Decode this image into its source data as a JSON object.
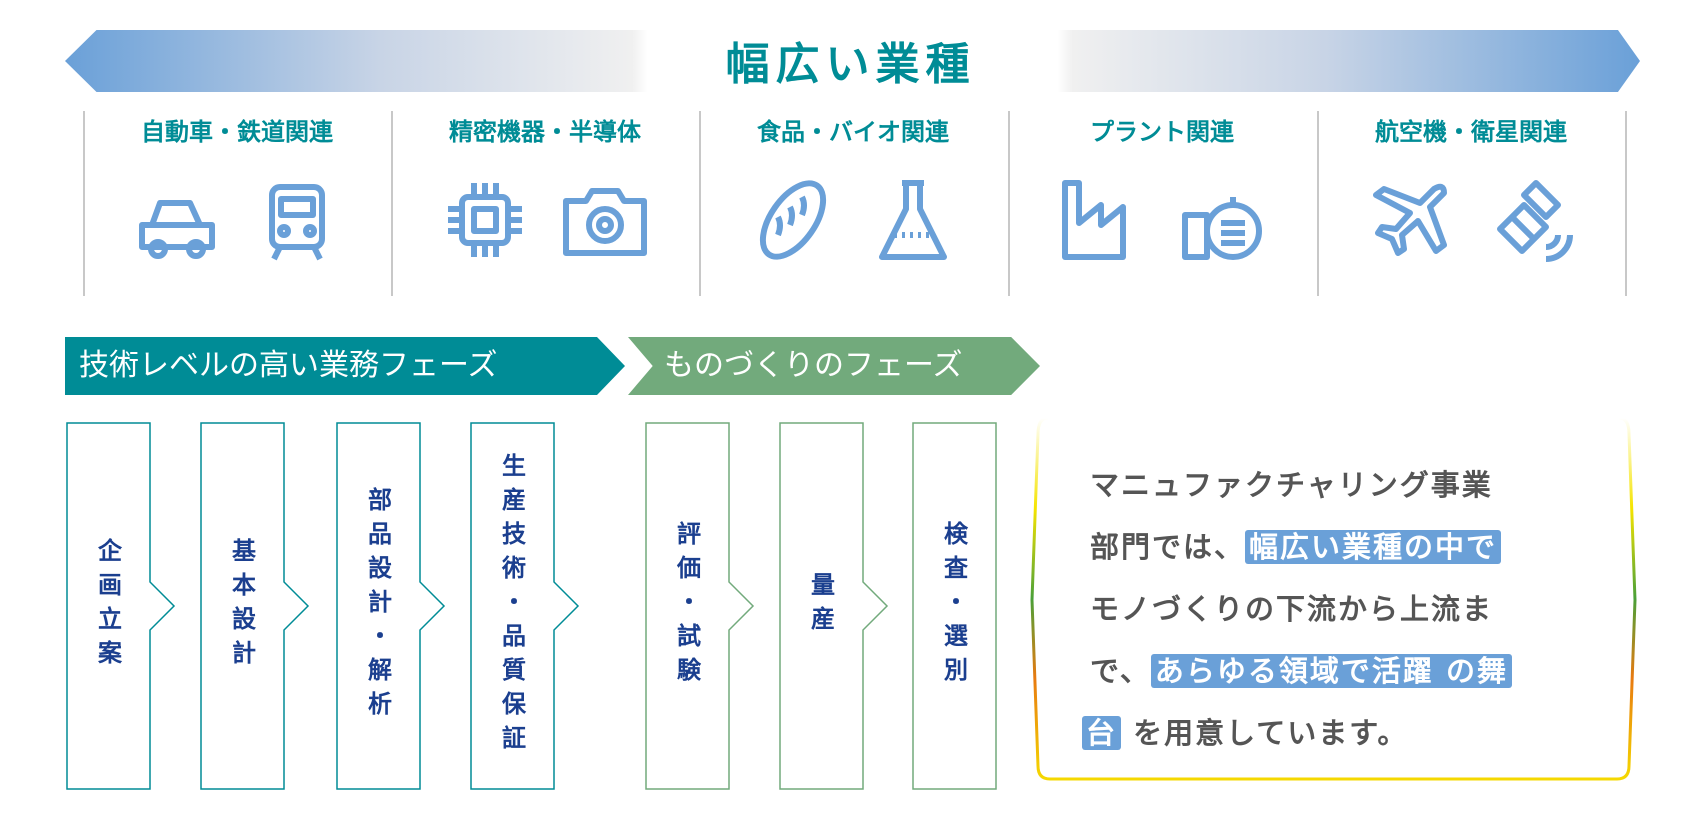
{
  "title": "幅広い業種",
  "categories": [
    {
      "label": "自動車・鉄道関連",
      "icons": [
        "car-icon",
        "train-icon"
      ]
    },
    {
      "label": "精密機器・半導体",
      "icons": [
        "chip-icon",
        "camera-icon"
      ]
    },
    {
      "label": "食品・バイオ関連",
      "icons": [
        "bread-icon",
        "flask-icon"
      ]
    },
    {
      "label": "プラント関連",
      "icons": [
        "factory-icon",
        "tank-icon"
      ]
    },
    {
      "label": "航空機・衛星関連",
      "icons": [
        "airplane-icon",
        "satellite-icon"
      ]
    }
  ],
  "phases": [
    "技術レベルの高い業務フェーズ",
    "ものづくりのフェーズ"
  ],
  "steps": [
    "企画立案",
    "基本設計",
    "部品設計・解析",
    "生産技術・品質保証",
    "評価・試験",
    "量産",
    "検査・選別"
  ],
  "message": {
    "l1": "マニュファクチャリング事業",
    "l2a": "部門では、",
    "l2b": "幅広い業種の中で",
    "l3": "モノづくりの下流から上流ま",
    "l4a": "で、",
    "l4b": "あらゆる領域で活躍 の舞",
    "l5a": "台",
    "l5b": "を用意しています。"
  },
  "colors": {
    "teal": "#008c96",
    "green": "#72aa7c",
    "blue": "#6aa0d8",
    "navy": "#1b3f8f"
  }
}
